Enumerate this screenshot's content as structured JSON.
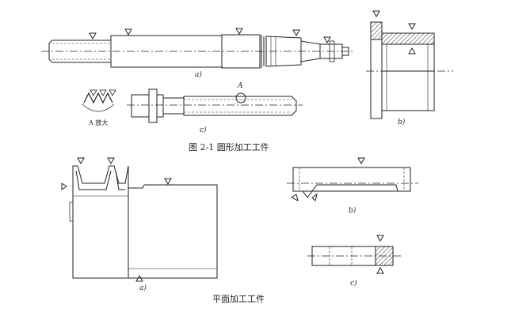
{
  "figure_top": {
    "caption": "图 2-1   圆形加工工件",
    "parts": {
      "a": "a)",
      "b": "b)",
      "c": "c)"
    },
    "detail_mark": "A",
    "detail_label": "A 放大"
  },
  "figure_bottom": {
    "caption": "平面加工工件",
    "parts": {
      "a": "a)",
      "b": "b)",
      "c": "c)"
    }
  },
  "colors": {
    "ink": "#222222",
    "paper": "#ffffff",
    "hatch": "#333333"
  }
}
